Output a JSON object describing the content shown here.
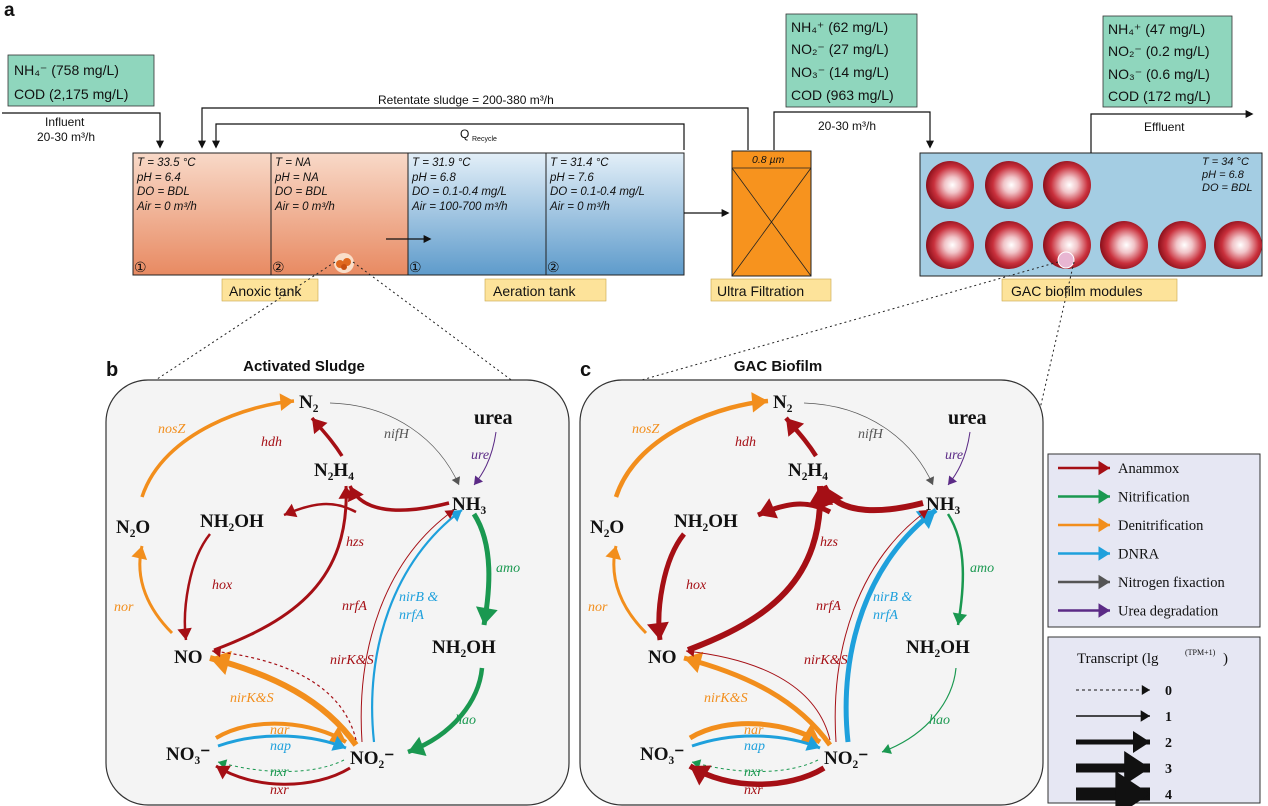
{
  "panel_letters": {
    "a": "a",
    "b": "b",
    "c": "c"
  },
  "influent": {
    "box": [
      "NH₄⁻ (758 mg/L)",
      "COD (2,175 mg/L)"
    ],
    "label": "Influent",
    "flow": "20-30 m³/h"
  },
  "retentate": "Retentate sludge = 200-380 m³/h",
  "recycle": {
    "main": "Q",
    "sub": "Recycle"
  },
  "compartments": [
    {
      "lines": [
        "T = 33.5 °C",
        "pH = 6.4",
        "DO = BDL",
        "Air = 0 m³/h"
      ],
      "num": "①"
    },
    {
      "lines": [
        "T = NA",
        "pH = NA",
        "DO = BDL",
        "Air = 0 m³/h"
      ],
      "num": "②"
    },
    {
      "lines": [
        "T = 31.9 °C",
        "pH = 6.8",
        "DO = 0.1-0.4 mg/L",
        "Air = 100-700 m³/h"
      ],
      "num": "①"
    },
    {
      "lines": [
        "T = 31.4 °C",
        "pH = 7.6",
        "DO = 0.1-0.4 mg/L",
        "Air = 0 m³/h"
      ],
      "num": "②"
    }
  ],
  "tank_labels": {
    "anoxic": "Anoxic tank",
    "aeration": "Aeration tank",
    "uf": "Ultra Filtration",
    "gac": "GAC biofilm modules"
  },
  "uf": {
    "pore": "0.8 µm"
  },
  "uf_effluent": {
    "box": [
      "NH₄⁺ (62 mg/L)",
      "NO₂⁻ (27 mg/L)",
      "NO₃⁻ (14 mg/L)",
      "COD (963 mg/L)"
    ],
    "flow": "20-30 m³/h"
  },
  "final_effluent": {
    "box": [
      "NH₄⁺ (47 mg/L)",
      "NO₂⁻ (0.2 mg/L)",
      "NO₃⁻ (0.6 mg/L)",
      "COD (172 mg/L)"
    ],
    "label": "Effluent"
  },
  "gac_conditions": [
    "T = 34 °C",
    "pH = 6.8",
    "DO = BDL"
  ],
  "panel_b": {
    "title": "Activated Sludge",
    "nodes": {
      "n2": "N₂",
      "urea": "urea",
      "n2h4": "N₂H₄",
      "nh3": "NH₃",
      "n2o": "N₂O",
      "nh2oh_left": "NH₂OH",
      "no": "NO",
      "nh2oh_right": "NH₂OH",
      "no3": "NO₃⁻",
      "no2": "NO₂⁻"
    },
    "genes": {
      "nosZ": "nosZ",
      "hdh": "hdh",
      "nifH": "nifH",
      "ure": "ure",
      "hzs": "hzs",
      "hox": "hox",
      "nor": "nor",
      "amo": "amo",
      "nrfA": "nrfA",
      "nirB_nrfA_1": "nirB &",
      "nirB_nrfA_2": "nrfA",
      "nirKS_red": "nirK&S",
      "nirKS_orange": "nirK&S",
      "nar": "nar",
      "nap": "nap",
      "nxr_green": "nxr",
      "nxr_red": "nxr",
      "hao": "hao"
    }
  },
  "panel_c": {
    "title": "GAC Biofilm",
    "nodes": {
      "n2": "N₂",
      "urea": "urea",
      "n2h4": "N₂H₄",
      "nh3": "NH₃",
      "n2o": "N₂O",
      "nh2oh_left": "NH₂OH",
      "no": "NO",
      "nh2oh_right": "NH₂OH",
      "no3": "NO₃⁻",
      "no2": "NO₂⁻"
    },
    "genes": {
      "nosZ": "nosZ",
      "hdh": "hdh",
      "nifH": "nifH",
      "ure": "ure",
      "hzs": "hzs",
      "hox": "hox",
      "nor": "nor",
      "amo": "amo",
      "nrfA": "nrfA",
      "nirB_nrfA_1": "nirB &",
      "nirB_nrfA_2": "nrfA",
      "nirKS_red": "nirK&S",
      "nirKS_orange": "nirK&S",
      "nar": "nar",
      "nap": "nap",
      "nxr_green": "nxr",
      "nxr_red": "nxr",
      "hao": "hao"
    }
  },
  "legend": {
    "items": [
      {
        "label": "Anammox",
        "color": "#a50f15"
      },
      {
        "label": "Nitrification",
        "color": "#1a9850"
      },
      {
        "label": "Denitrification",
        "color": "#f28e1c"
      },
      {
        "label": "DNRA",
        "color": "#1ea0dc"
      },
      {
        "label": "Nitrogen fixaction",
        "color": "#555555"
      },
      {
        "label": "Urea degradation",
        "color": "#5b2a86"
      }
    ],
    "transcript_title": "Transcript (lg",
    "transcript_sup": "(TPM+1)",
    "transcript_close": ")",
    "levels": [
      "0",
      "1",
      "2",
      "3",
      "4"
    ]
  },
  "colors": {
    "anammox": "#a50f15",
    "nitrification": "#1a9850",
    "denitrification": "#f28e1c",
    "dnra": "#1ea0dc",
    "nfix": "#555555",
    "urea": "#5b2a86",
    "anoxic_top": "#f7d2bf",
    "anoxic_bottom": "#e9916b",
    "aeration_top": "#dbeaf5",
    "aeration_bottom": "#6fa7d2",
    "green_box": "#8fd6bd",
    "uf_fill": "#f7931e",
    "gac_bg": "#a4cde3",
    "label_bg": "#fde39a"
  }
}
